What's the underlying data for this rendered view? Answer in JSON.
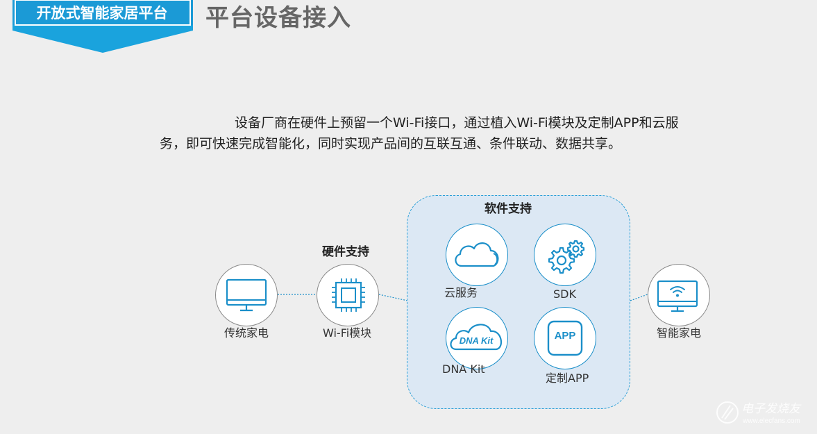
{
  "header": {
    "badge": "开放式智能家居平台",
    "title": "平台设备接入"
  },
  "description": {
    "line1": "设备厂商在硬件上预留一个Wi-Fi接口，通过植入Wi-Fi模块及定制APP和云服",
    "line2": "务，即可快速完成智能化，同时实现产品间的互联互通、条件联动、数据共享。"
  },
  "diagram": {
    "hardware_title": "硬件支持",
    "software_title": "软件支持",
    "nodes": {
      "traditional": "传统家电",
      "wifi": "Wi-Fi模块",
      "smart": "智能家电",
      "cloud": "云服务",
      "sdk": "SDK",
      "dnakit": "DNA Kit",
      "app": "定制APP"
    },
    "icon_text": {
      "dnakit": "DNA Kit",
      "app": "APP"
    }
  },
  "watermark": {
    "text": "电子发烧友",
    "url": "www.elecfans.com"
  },
  "colors": {
    "accent": "#1b8fc9",
    "badge": "#1aa3dd",
    "panel_bg": "#dce8f4"
  }
}
